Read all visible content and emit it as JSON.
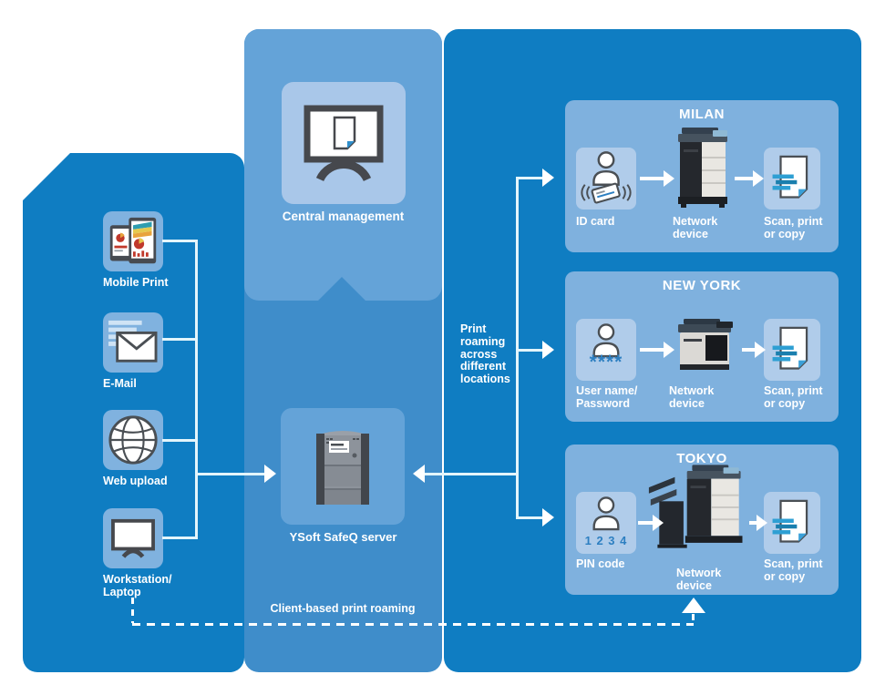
{
  "palette": {
    "panel_blue": "#0f7dc2",
    "band_blue": "#3f8dca",
    "box_blue": "#64a3d8",
    "location_box_blue": "#7fb1de",
    "tile_blue": "#80b2df",
    "inner_tile_blue": "#b0ccea",
    "line_color": "#e3f5fb",
    "arrow_white": "#ffffff",
    "accent_text_blue": "#2d7fc1",
    "background": "#ffffff"
  },
  "left_panel": {
    "items": [
      {
        "label": "Mobile Print",
        "icon": "mobile-print-icon"
      },
      {
        "label": "E-Mail",
        "icon": "email-icon"
      },
      {
        "label": "Web upload",
        "icon": "web-upload-icon"
      },
      {
        "label": "Workstation/\nLaptop",
        "icon": "workstation-icon"
      }
    ]
  },
  "center": {
    "management_label": "Central management",
    "server_label": "YSoft SafeQ server"
  },
  "right_panel": {
    "roaming_note": "Print\nroaming\nacross\ndifferent\nlocations",
    "locations": [
      {
        "name": "MILAN",
        "auth_label": "ID card",
        "auth_hint": "",
        "auth_icon": "id-card-icon",
        "device_label": "Network\ndevice",
        "output_label": "Scan, print\nor copy"
      },
      {
        "name": "NEW YORK",
        "auth_label": "User name/\nPassword",
        "auth_hint": "****",
        "auth_icon": "username-password-icon",
        "device_label": "Network\ndevice",
        "output_label": "Scan, print\nor copy"
      },
      {
        "name": "TOKYO",
        "auth_label": "PIN code",
        "auth_hint": "1 2 3 4",
        "auth_icon": "pin-code-icon",
        "device_label": "Network\ndevice",
        "output_label": "Scan, print\nor copy"
      }
    ]
  },
  "footer": {
    "client_roaming_label": "Client-based print roaming"
  }
}
